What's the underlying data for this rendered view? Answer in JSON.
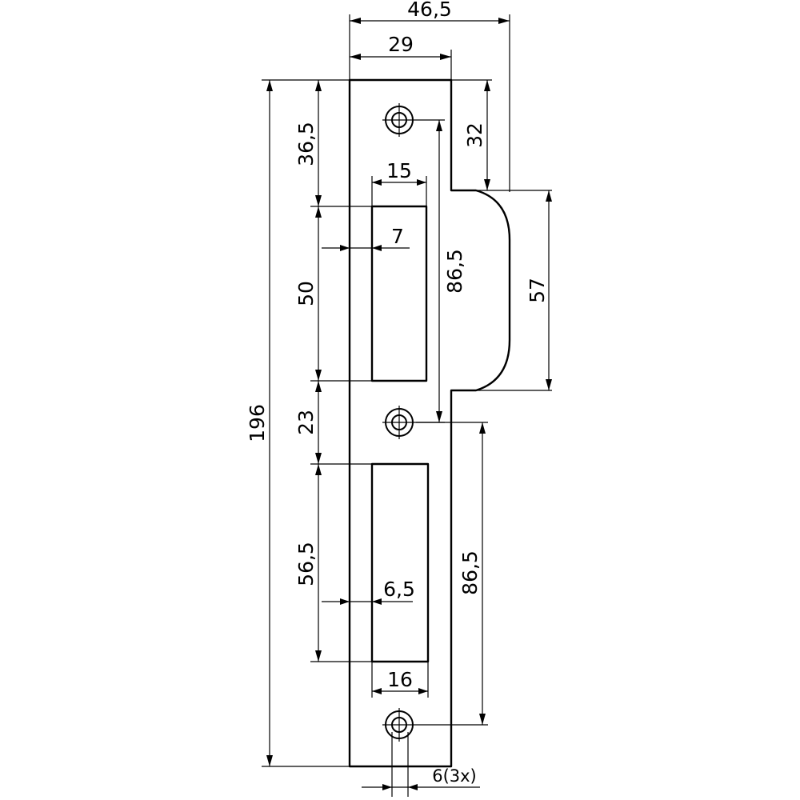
{
  "dimensions": {
    "overall_width": "46,5",
    "plate_width": "29",
    "total_height": "196",
    "top_to_first_opening": "36,5",
    "upper_opening_width": "15",
    "upper_opening_offset": "7",
    "upper_opening_height": "50",
    "gap_between_openings": "23",
    "lower_opening_height": "56,5",
    "lower_opening_offset": "6,5",
    "lower_opening_width": "16",
    "hole_diameter": "6(3x)",
    "top_to_lip": "32",
    "lip_height": "57",
    "hole_spacing_upper": "86,5",
    "hole_spacing_lower": "86,5"
  },
  "colors": {
    "line": "#000000",
    "background": "#ffffff"
  }
}
